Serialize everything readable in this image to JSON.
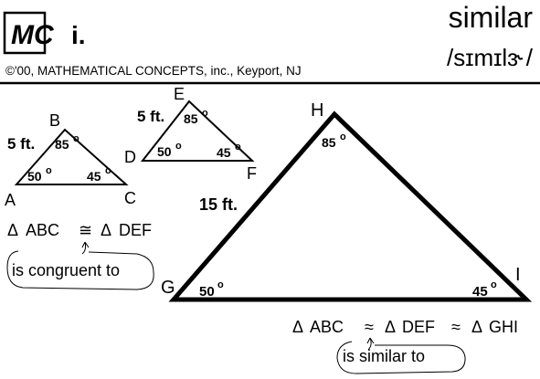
{
  "header": {
    "logo_text": "MC",
    "logo_suffix": "i.",
    "copyright": "©'00, MATHEMATICAL CONCEPTS, inc., Keyport, NJ",
    "word": "similar",
    "pronunciation": "/sɪmɪlɜ˞/"
  },
  "triangles": {
    "abc": {
      "vertices": {
        "a": "A",
        "b": "B",
        "c": "C"
      },
      "side_label": "5 ft.",
      "angles": {
        "b": "85",
        "a": "50",
        "c": "45"
      }
    },
    "def": {
      "vertices": {
        "d": "D",
        "e": "E",
        "f": "F"
      },
      "side_label": "5 ft.",
      "angles": {
        "e": "85",
        "d": "50",
        "f": "45"
      }
    },
    "ghi": {
      "vertices": {
        "g": "G",
        "h": "H",
        "i": "I"
      },
      "side_label": "15 ft.",
      "angles": {
        "h": "85",
        "g": "50",
        "i": "45"
      }
    }
  },
  "degree_symbol": "o",
  "congruent": {
    "statement_left": "ABC",
    "statement_right": "DEF",
    "symbol": "≅",
    "caption": "is congruent to"
  },
  "similar": {
    "t1": "ABC",
    "t2": "DEF",
    "t3": "GHI",
    "symbol": "≈",
    "caption": "is similar to"
  },
  "delta": "Δ"
}
